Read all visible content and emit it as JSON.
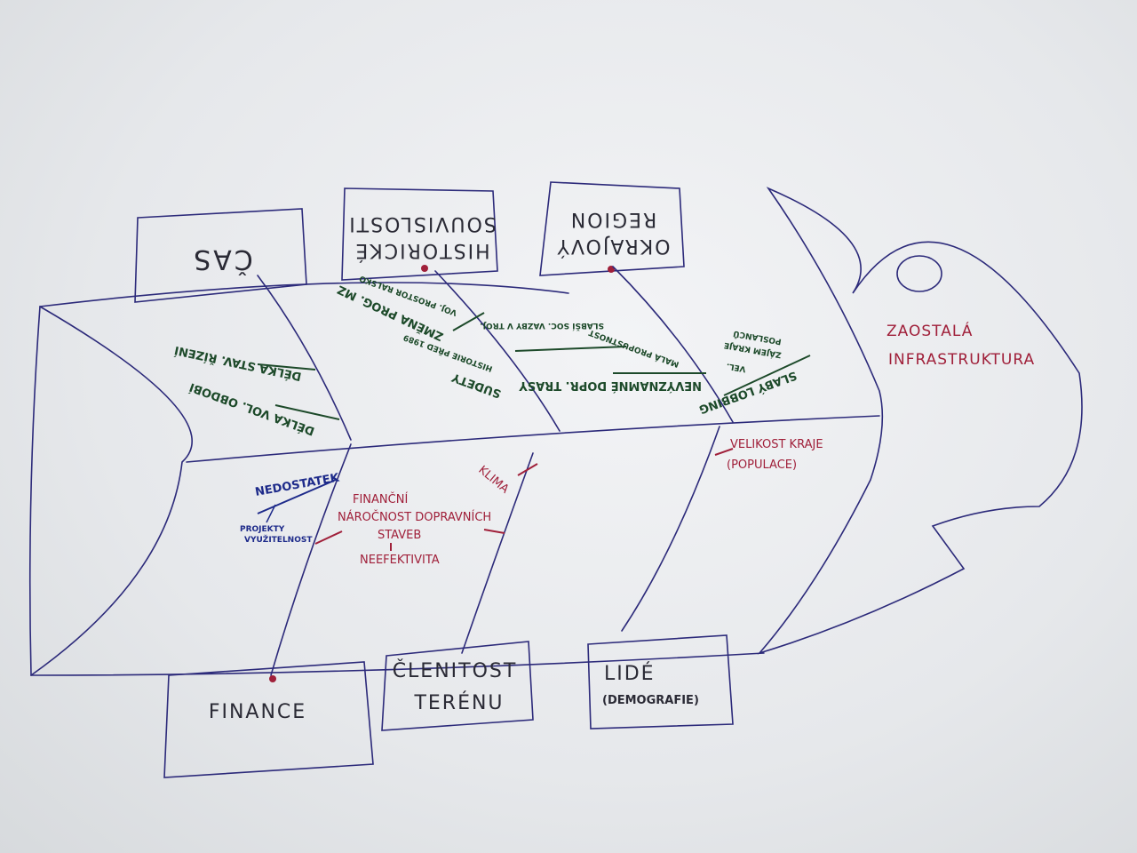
{
  "effect": {
    "line1": "ZAOSTALÁ",
    "line2": "INFRASTRUKTURA"
  },
  "categories_top": [
    {
      "label": "ČAS"
    },
    {
      "line1": "HISTORICKÉ",
      "line2": "SOUVISLOSTI"
    },
    {
      "line1": "OKRAJOVÝ",
      "line2": "REGION"
    }
  ],
  "categories_bottom": [
    {
      "label": "FINANCE"
    },
    {
      "line1": "ČLENITOST",
      "line2": "TERÉNU"
    },
    {
      "line1": "LIDÉ",
      "line2": "(DEMOGRAFIE)"
    }
  ],
  "causes": {
    "cas": [
      "DÉLKA STAV. ŘÍZENÍ",
      "DÉLKA VOL. OBDOBÍ"
    ],
    "historicke": [
      "VOJ. PROSTOR RALSKO",
      "ZMĚNA PROG. MZ",
      "HISTORIE PŘED 1989",
      "SUDETY"
    ],
    "okrajovy": [
      "SLABŠÍ SOC. VAZBY V TROJ.",
      "MALÁ PROPUSTNOST",
      "NEVÝZNAMNÉ DOPR. TRASY",
      "SLABÝ LOBBING",
      "VEL.",
      "ZÁJEM KRAJE",
      "POSLANCŮ"
    ],
    "finance": [
      "NEDOSTATEK",
      "PROJEKTY",
      "VYUŽITELNOST",
      "FINANČNÍ",
      "NÁROČNOST DOPRAVNÍCH",
      "STAVEB",
      "NEEFEKTIVITA"
    ],
    "terenu": [
      "KLIMA"
    ],
    "lide": [
      "VELIKOST KRAJE",
      "(POPULACE)"
    ]
  }
}
